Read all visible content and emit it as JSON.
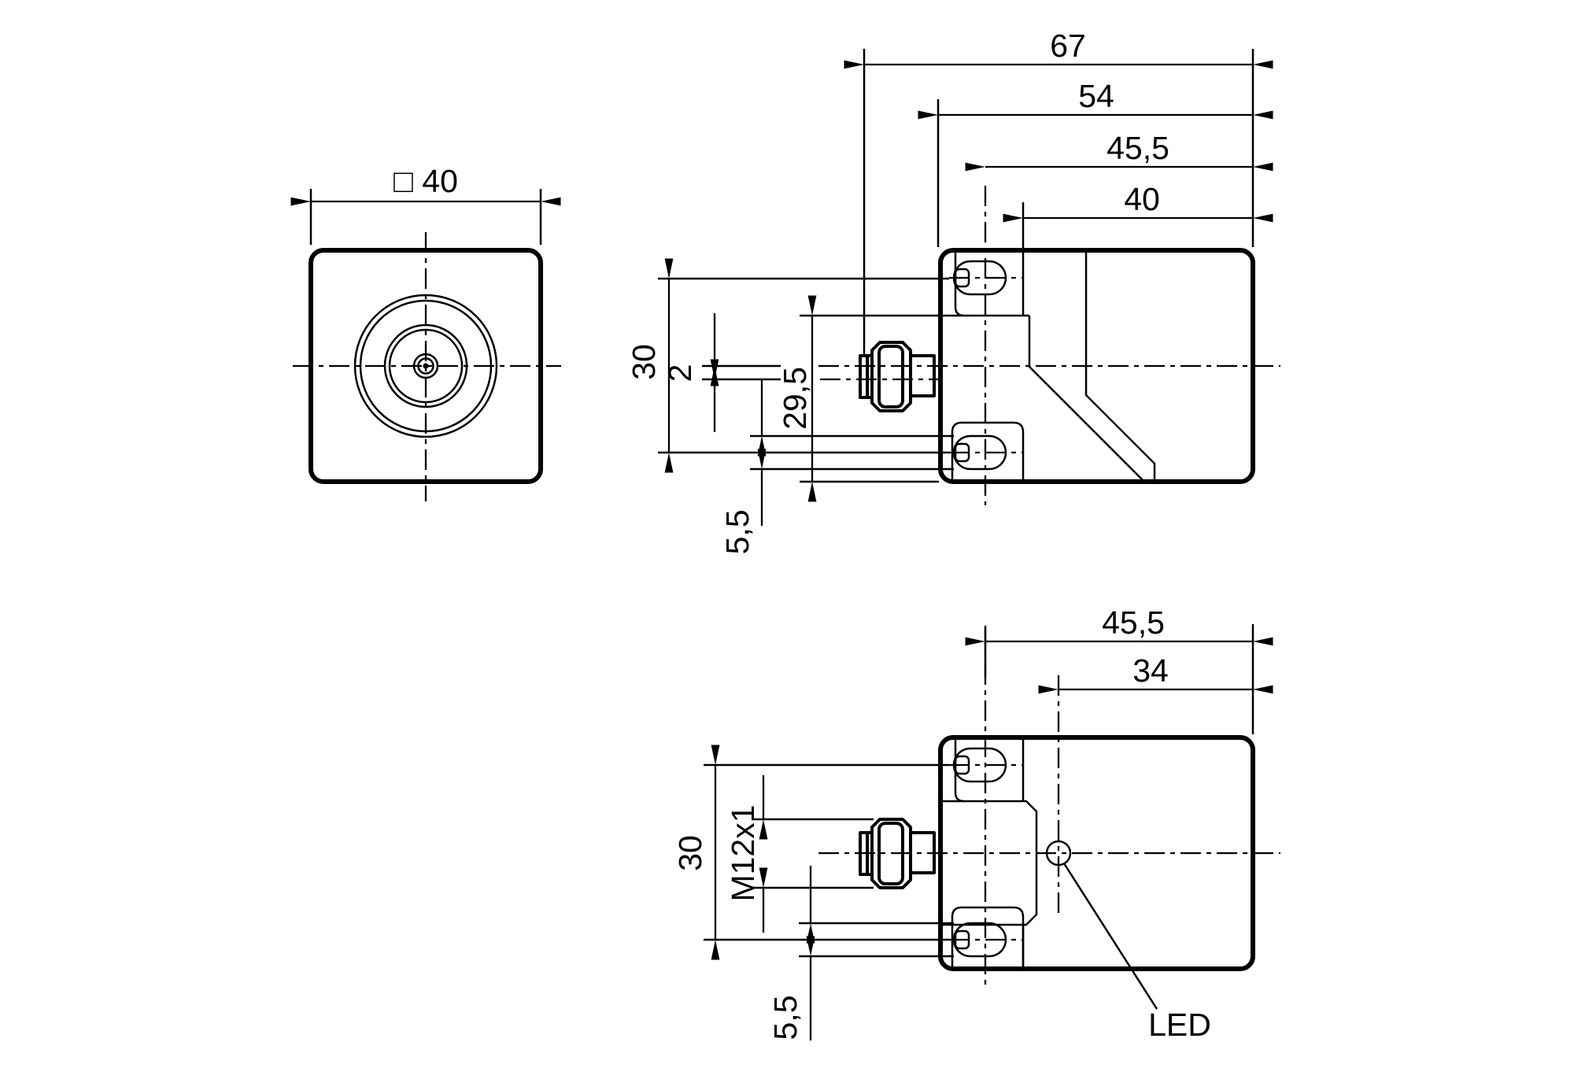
{
  "front_view": {
    "dim_width": "□ 40"
  },
  "side_view_top": {
    "dim_total_length": "67",
    "dim_housing_length": "54",
    "dim_slot_center_from_face": "45,5",
    "dim_cap_length": "40",
    "dim_slot_spacing": "30",
    "dim_face_offset": "2",
    "dim_lower_height": "29,5",
    "dim_slot_width": "5,5"
  },
  "side_view_bottom": {
    "dim_slot_center_from_face": "45,5",
    "dim_led_from_face": "34",
    "dim_slot_spacing": "30",
    "dim_connector_thread": "M12x1",
    "dim_slot_width": "5,5",
    "led_label": "LED"
  },
  "colors": {
    "line": "#000000",
    "background": "#ffffff"
  }
}
